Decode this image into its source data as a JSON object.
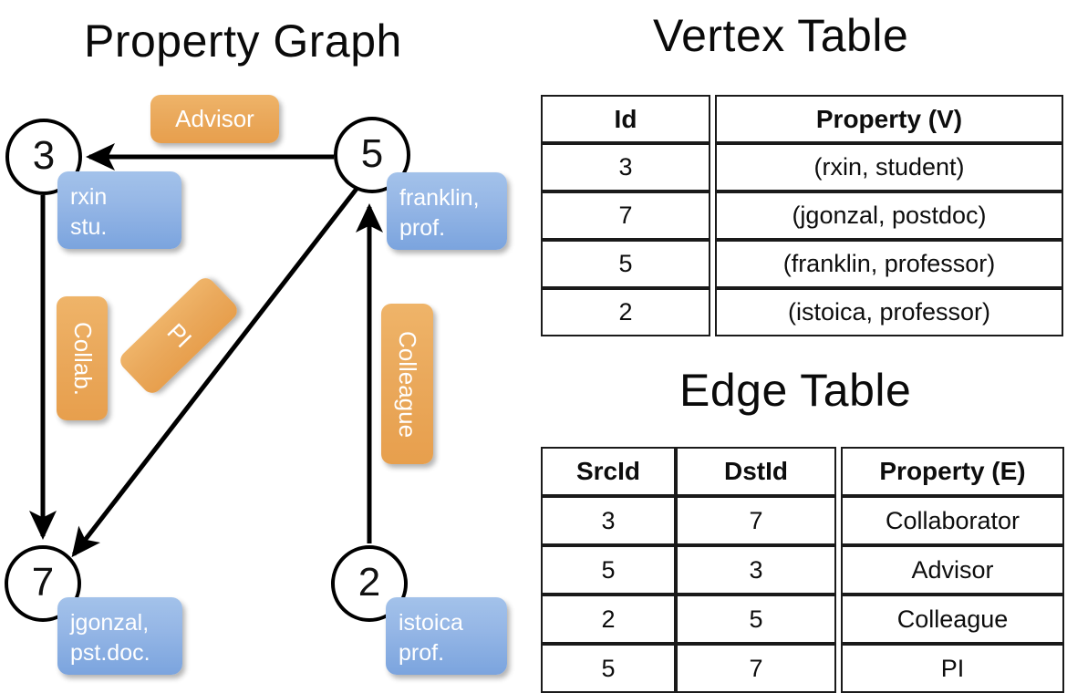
{
  "titles": {
    "property_graph": "Property Graph",
    "vertex_table": "Vertex Table",
    "edge_table": "Edge Table"
  },
  "graph": {
    "nodes": [
      {
        "id": "3",
        "property_lines": [
          "rxin",
          "stu."
        ]
      },
      {
        "id": "5",
        "property_lines": [
          "franklin,",
          "prof."
        ]
      },
      {
        "id": "7",
        "property_lines": [
          "jgonzal,",
          "pst.doc."
        ]
      },
      {
        "id": "2",
        "property_lines": [
          "istoica",
          "prof."
        ]
      }
    ],
    "edge_labels": [
      {
        "label": "Advisor",
        "from": "5",
        "to": "3"
      },
      {
        "label": "Collab.",
        "from": "3",
        "to": "7"
      },
      {
        "label": "PI",
        "from": "5",
        "to": "7"
      },
      {
        "label": "Colleague",
        "from": "2",
        "to": "5"
      }
    ]
  },
  "vertex_table": {
    "headers": [
      "Id",
      "Property (V)"
    ],
    "rows": [
      {
        "id": "3",
        "property": "(rxin, student)"
      },
      {
        "id": "7",
        "property": "(jgonzal, postdoc)"
      },
      {
        "id": "5",
        "property": "(franklin, professor)"
      },
      {
        "id": "2",
        "property": "(istoica, professor)"
      }
    ]
  },
  "edge_table": {
    "headers": [
      "SrcId",
      "DstId",
      "Property (E)"
    ],
    "rows": [
      {
        "src": "3",
        "dst": "7",
        "property": "Collaborator"
      },
      {
        "src": "5",
        "dst": "3",
        "property": "Advisor"
      },
      {
        "src": "2",
        "dst": "5",
        "property": "Colleague"
      },
      {
        "src": "5",
        "dst": "7",
        "property": "PI"
      }
    ]
  },
  "colors": {
    "vertex_property_fill": "#a3c2ea",
    "edge_property_fill": "#eaa95c",
    "vertex_table_highlight": "#cfdcee",
    "edge_table_highlight": "#f6ddc3",
    "stroke": "#000000",
    "background": "#ffffff"
  }
}
